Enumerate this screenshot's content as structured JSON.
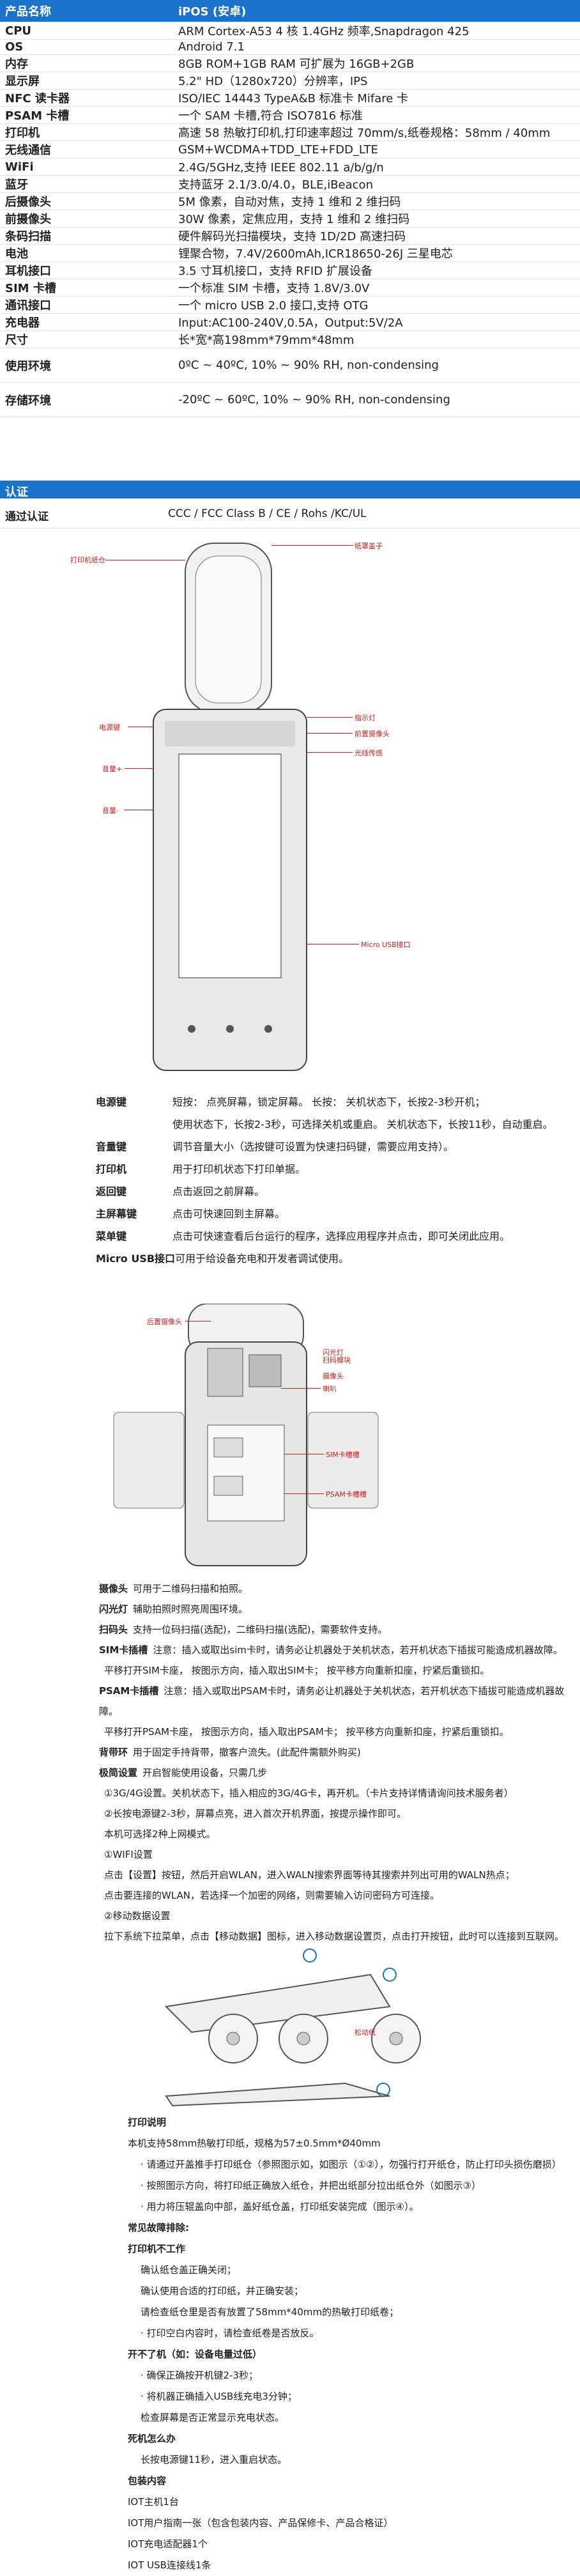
{
  "specs": {
    "header": {
      "label": "产品名称",
      "value": "iPOS (安卓)"
    },
    "rows": [
      {
        "label": "CPU",
        "value": "ARM Cortex-A53 4 核 1.4GHz 频率,Snapdragon 425"
      },
      {
        "label": "OS",
        "value": "Android 7.1"
      },
      {
        "label": "内存",
        "value": "8GB ROM+1GB RAM 可扩展为 16GB+2GB"
      },
      {
        "label": "显示屏",
        "value": "5.2\" HD（1280x720）分辨率，IPS"
      },
      {
        "label": "NFC 读卡器",
        "value": "ISO/IEC 14443 TypeA&B 标准卡 Mifare 卡"
      },
      {
        "label": "PSAM 卡槽",
        "value": "一个 SAM 卡槽,符合 ISO7816 标准"
      },
      {
        "label": "打印机",
        "value": "高速 58 热敏打印机,打印速率超过 70mm/s,纸卷规格：58mm / 40mm"
      },
      {
        "label": "无线通信",
        "value": "GSM+WCDMA+TDD_LTE+FDD_LTE"
      },
      {
        "label": "WiFi",
        "value": "2.4G/5GHz,支持 IEEE 802.11 a/b/g/n"
      },
      {
        "label": "蓝牙",
        "value": "支持蓝牙 2.1/3.0/4.0，BLE,iBeacon"
      },
      {
        "label": "后摄像头",
        "value": "5M 像素，自动对焦，支持 1 维和 2 维扫码"
      },
      {
        "label": "前摄像头",
        "value": "30W 像素，定焦应用，支持 1 维和 2 维扫码"
      },
      {
        "label": "条码扫描",
        "value": "硬件解码光扫描模块，支持 1D/2D 高速扫码"
      },
      {
        "label": "电池",
        "value": "锂聚合物，7.4V/2600mAh,ICR18650-26J 三星电芯"
      },
      {
        "label": "耳机接口",
        "value": "3.5 寸耳机接口，支持 RFID 扩展设备"
      },
      {
        "label": "SIM 卡槽",
        "value": "一个标准 SIM 卡槽，支持 1.8V/3.0V"
      },
      {
        "label": "通讯接口",
        "value": "一个 micro USB 2.0 接口,支持 OTG"
      },
      {
        "label": "充电器",
        "value": "Input:AC100-240V,0.5A，Output:5V/2A"
      },
      {
        "label": "尺寸",
        "value": "长*宽*高198mm*79mm*48mm"
      },
      {
        "label": "使用环境",
        "value": "0ºC ~ 40ºC, 10% ~ 90% RH, non-condensing"
      },
      {
        "label": "存储环境",
        "value": "-20ºC ~ 60ºC, 10% ~ 90% RH, non-condensing"
      }
    ]
  },
  "cert": {
    "section": "认证",
    "label": "通过认证",
    "value": "CCC / FCC Class B / CE / Rohs /KC/UL"
  },
  "front_callouts": {
    "left1": "打印机纸仓",
    "left2": "电源键",
    "left3": "音量+",
    "left4": "音量-",
    "right1": "纸罩盖子",
    "right2": "指示灯",
    "right3": "前置摄像头",
    "right4": "光线传感",
    "right5": "Micro USB接口"
  },
  "buttons": [
    {
      "title": "电源键",
      "text": "短按：    点亮屏幕，锁定屏幕。  长按：    关机状态下，长按2-3秒开机；"
    },
    {
      "title": "",
      "text": "使用状态下，长按2-3秒，可选择关机或重启。  关机状态下，长按11秒，自动重启。"
    },
    {
      "title": "音量键",
      "text": "调节音量大小（选按键可设置为快速扫码键，需要应用支持）。"
    },
    {
      "title": "打印机",
      "text": "用于打印机状态下打印单据。"
    },
    {
      "title": "返回键",
      "text": "点击返回之前屏幕。"
    },
    {
      "title": "主屏幕键",
      "text": "点击可快速回到主屏幕。"
    },
    {
      "title": "菜单键",
      "text": "点击可快速查看后台运行的程序，选择应用程序并点击，即可关闭此应用。"
    },
    {
      "title": "Micro USB接口",
      "text": "可用于给设备充电和开发者调试使用。"
    }
  ],
  "back_callouts": {
    "left1": "后置摄像头",
    "right1": "闪光灯",
    "right2": "扫码模块",
    "right3": "摄像头",
    "right4": "喇叭",
    "right5": "SIM卡槽槽",
    "right6": "PSAM卡槽槽"
  },
  "notes": [
    {
      "title": "摄像头",
      "text": "可用于二维码扫描和拍照。"
    },
    {
      "title": "闪光灯",
      "text": "辅助拍照时照亮周围环境。"
    },
    {
      "title": "扫码头",
      "text": "支持一位码扫描(选配)，二维码扫描(选配)，需要软件支持。"
    },
    {
      "title": "SIM卡插槽",
      "text": "注意：插入或取出sim卡时，请务必让机器处于关机状态，若开机状态下插拔可能造成机器故障。"
    },
    {
      "title": "",
      "text": "平移打开SIM卡座，  按图示方向，插入取出SIM卡；  按平移方向重新扣座，拧紧后重锁扣。"
    },
    {
      "title": "PSAM卡插槽",
      "text": "注意：插入或取出PSAM卡时，请务必让机器处于关机状态，若开机状态下插拔可能造成机器故障。"
    },
    {
      "title": "",
      "text": "平移打开PSAM卡座，  按图示方向，插入取出PSAM卡；  按平移方向重新扣座，拧紧后重锁扣。"
    },
    {
      "title": "背带环",
      "text": "用于固定手持背带，撤客户流失。(此配件需额外购买)"
    },
    {
      "title": "极简设置",
      "text": "开启智能使用设备，只需几步"
    },
    {
      "title": "",
      "text": "①3G/4G设置。关机状态下，插入相应的3G/4G卡，再开机。（卡片支持详情请询问技术服务者）"
    },
    {
      "title": "",
      "text": "②长按电源键2-3秒，屏幕点亮，进入首次开机界面，按提示操作即可。"
    },
    {
      "title": "",
      "text": "本机可选择2种上网模式。"
    },
    {
      "title": "",
      "text": "①WIFI设置"
    },
    {
      "title": "",
      "text": "点击【设置】按钮，然后开启WLAN，进入WALN搜索界面等待其搜索并列出可用的WALN热点；"
    },
    {
      "title": "",
      "text": "点击要连接的WLAN，若选择一个加密的网络，则需要输入访问密码方可连接。"
    },
    {
      "title": "",
      "text": "②移动数据设置"
    },
    {
      "title": "",
      "text": "拉下系统下拉菜单，点击【移动数据】图标，进入移动数据设置页，点击打开按钮，此时可以连接到互联网。"
    }
  ],
  "printer_callouts": {
    "label": "松动纸"
  },
  "lower": [
    {
      "kind": "t",
      "text": "打印说明"
    },
    {
      "kind": "p",
      "text": "本机支持58mm热敏打印纸，规格为57±0.5mm*Ø40mm"
    },
    {
      "kind": "s",
      "text": "· 请通过开盖推手打印纸仓（参照图示如，如图示（①②），勿强行打开纸仓，防止打印头损伤磨损）"
    },
    {
      "kind": "s",
      "text": "· 按照图示方向，将打印纸正确放入纸仓，并把出纸部分拉出纸仓外（如图示③）"
    },
    {
      "kind": "s",
      "text": "· 用力将压辊盖向中部，盖好纸仓盖，打印纸安装完成（图示④）。"
    },
    {
      "kind": "t",
      "text": "常见故障排除:"
    },
    {
      "kind": "t",
      "text": "打印机不工作"
    },
    {
      "kind": "s",
      "text": "确认纸仓盖正确关闭；"
    },
    {
      "kind": "s",
      "text": "确认使用合适的打印纸，并正确安装；"
    },
    {
      "kind": "s",
      "text": "请检查纸仓里是否有放置了58mm*40mm的热敏打印纸卷；"
    },
    {
      "kind": "s",
      "text": "· 打印空白内容时，请检查纸卷是否放反。"
    },
    {
      "kind": "t",
      "text": "开不了机（如：设备电量过低）"
    },
    {
      "kind": "s",
      "text": "· 确保正确按开机键2-3秒；"
    },
    {
      "kind": "s",
      "text": "· 将机器正确插入USB线充电3分钟；"
    },
    {
      "kind": "s",
      "text": "检查屏幕是否正常显示充电状态。"
    },
    {
      "kind": "t",
      "text": "死机怎么办"
    },
    {
      "kind": "s",
      "text": "长按电源键11秒，进入重启状态。"
    },
    {
      "kind": "t",
      "text": "包装内容"
    },
    {
      "kind": "p",
      "text": "IOT主机1台"
    },
    {
      "kind": "p",
      "text": "IOT用户指南一张（包含包装内容、产品保修卡、产品合格证）"
    },
    {
      "kind": "p",
      "text": "IOT充电适配器1个"
    },
    {
      "kind": "p",
      "text": "IOT USB连接线1条"
    }
  ]
}
